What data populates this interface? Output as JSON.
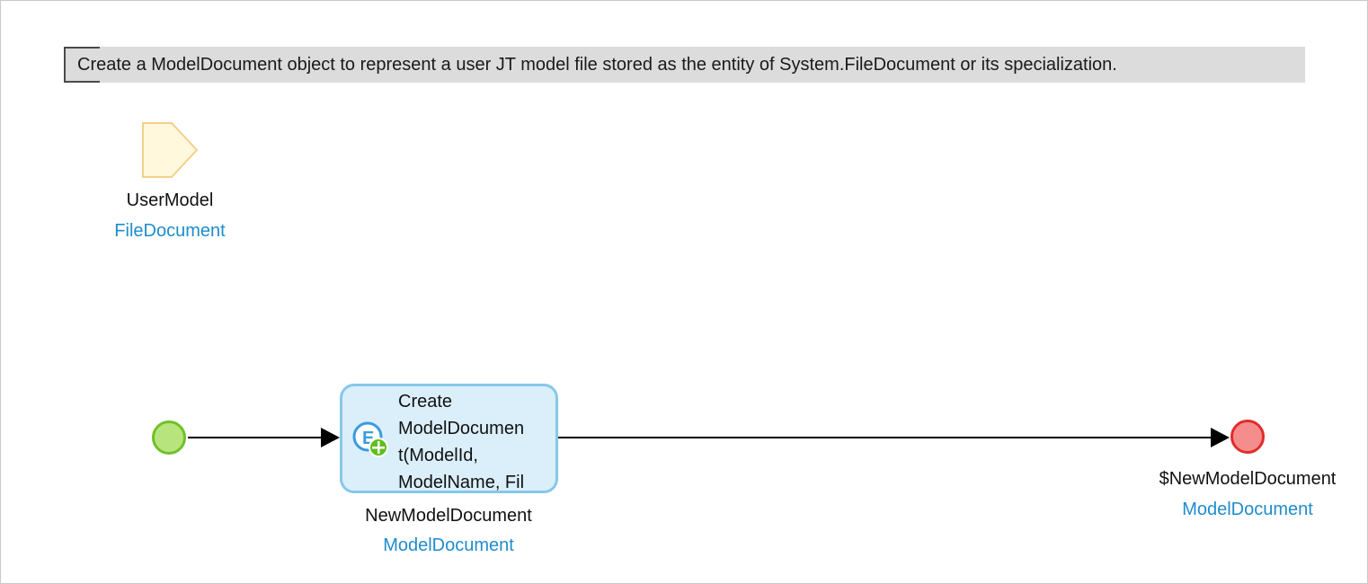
{
  "annotation": {
    "text": "Create a ModelDocument object to represent a user JT model file stored as the entity of System.FileDocument or its specialization."
  },
  "parameter": {
    "name": "UserModel",
    "type": "FileDocument"
  },
  "activity": {
    "lines": [
      "Create",
      "ModelDocumen",
      "t(ModelId,",
      "ModelName, Fil"
    ],
    "output_name": "NewModelDocument",
    "output_type": "ModelDocument"
  },
  "end_event": {
    "return_value": "$NewModelDocument",
    "return_type": "ModelDocument"
  },
  "colors": {
    "type_label": "#1f8ccc",
    "start_fill": "#b7e47c",
    "start_stroke": "#6fc12a",
    "end_fill": "#f58d8d",
    "end_stroke": "#e02c2c",
    "activity_fill": "#dbeffa",
    "activity_stroke": "#86c8ea",
    "parameter_fill": "#fff8dc",
    "parameter_stroke": "#f5d08a"
  }
}
